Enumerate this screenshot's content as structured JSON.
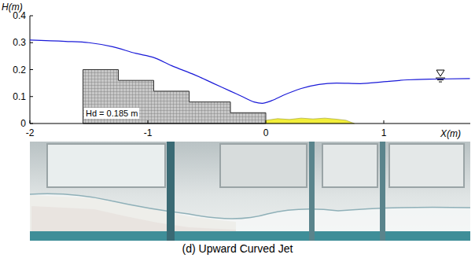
{
  "diagram": {
    "caption": "(d) Upward Curved Jet",
    "labels": [
      "H(m)",
      "0.4",
      "0.3",
      "0.2",
      "0.1",
      "0",
      "-2",
      "-1",
      "0",
      "1",
      "X(m)",
      "Hd = 0.185 m"
    ]
  }
}
